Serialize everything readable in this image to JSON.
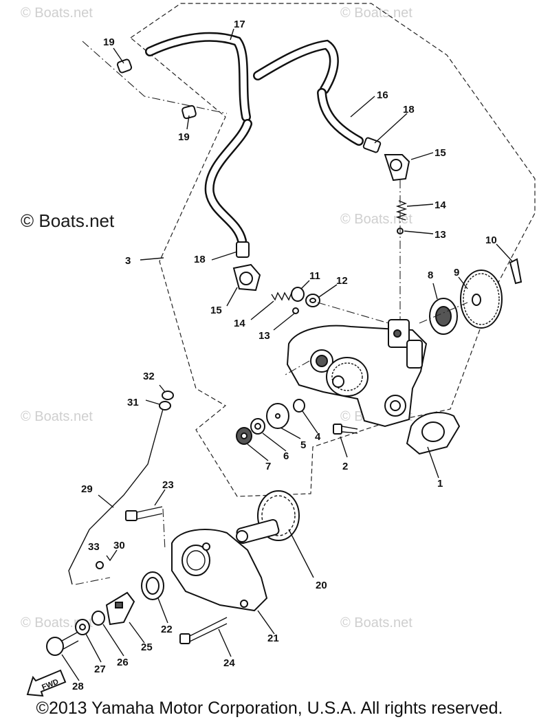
{
  "watermark": "© Boats.net",
  "copyright": "©2013 Yamaha Motor Corporation, U.S.A. All rights reserved.",
  "fwd_label": "FWD",
  "callouts": {
    "c1": "1",
    "c2": "2",
    "c3": "3",
    "c4": "4",
    "c5": "5",
    "c6": "6",
    "c7": "7",
    "c8": "8",
    "c9": "9",
    "c10": "10",
    "c11": "11",
    "c12": "12",
    "c13a": "13",
    "c13b": "13",
    "c14a": "14",
    "c14b": "14",
    "c15a": "15",
    "c15b": "15",
    "c16": "16",
    "c17": "17",
    "c18a": "18",
    "c18b": "18",
    "c19a": "19",
    "c19b": "19",
    "c20": "20",
    "c21": "21",
    "c22": "22",
    "c23": "23",
    "c24": "24",
    "c25": "25",
    "c26": "26",
    "c27": "27",
    "c28": "28",
    "c29": "29",
    "c30": "30",
    "c31": "31",
    "c32": "32",
    "c33": "33"
  }
}
